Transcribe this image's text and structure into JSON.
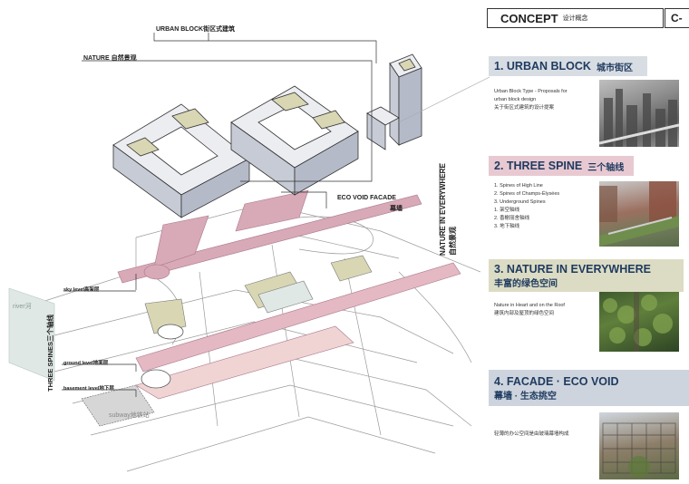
{
  "header": {
    "title": "CONCEPT",
    "title_zh": "设计概念",
    "code": "C- "
  },
  "sections": [
    {
      "number_title": "1. URBAN BLOCK",
      "title_zh": "城市街区",
      "desc_lines": [
        "Urban Block Type - Proposals for",
        "urban block design",
        "关于街区式建筑的设计提案"
      ],
      "color": "#d8dde3"
    },
    {
      "number_title": "2. THREE SPINE",
      "title_zh": "三个轴线",
      "desc_lines": [
        "1.   Spines of High Line",
        "2.   Spines of Champs-Élysées",
        "3.   Underground Spines",
        "1.   架空轴线",
        "2.   香榭丽舍轴线",
        "3.   地下轴线"
      ],
      "color": "#e8c9d2"
    },
    {
      "number_title": "3. NATURE IN EVERYWHERE",
      "title_zh": "丰富的绿色空间",
      "desc_lines": [
        "Nature in Heart and on the Roof",
        "建筑内部及屋顶的绿色空间"
      ],
      "color": "#dcdcc4"
    },
    {
      "number_title": "4. FACADE · ECO VOID",
      "title_zh": "幕墙 · 生态挑空",
      "desc_lines": [
        "轻薄的办公空间是由玻璃幕墙构成"
      ],
      "color": "#cdd4dd"
    }
  ],
  "diagram_labels": {
    "urban_block": "URBAN BLOCK街区式建筑",
    "nature": "NATURE 自然景观",
    "eco_void": "ECO VOID FACADE",
    "eco_void_zh": "幕墙",
    "nature_everywhere": "NATURE IN EVERYWHERE",
    "nature_everywhere_zh": "自然景观",
    "sky_level": "sky level高架层",
    "river": "river河",
    "three_spines": "THREE SPINES三个轴线",
    "ground_level": "ground level地面层",
    "basement_level": "basement level地下层",
    "subway": "subway地铁站"
  }
}
